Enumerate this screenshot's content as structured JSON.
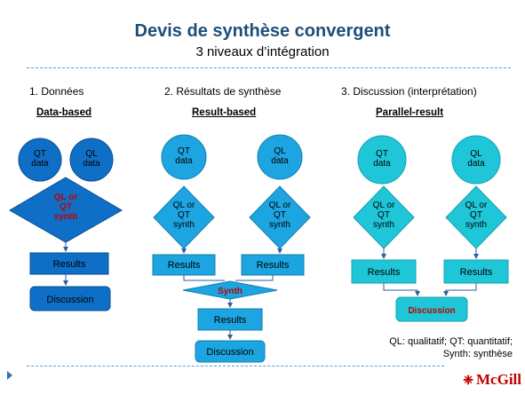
{
  "title": "Devis de synthèse convergent",
  "subtitle": "3 niveaux d’intégration",
  "columns": [
    {
      "heading": "1. Données",
      "label": "Data-based",
      "qt": "QT data",
      "ql": "QL data",
      "synth": "QL or QT synth",
      "results": "Results",
      "discussion": "Discussion"
    },
    {
      "heading": "2. Résultats de synthèse",
      "label": "Result-based",
      "qt": "QT data",
      "ql": "QL data",
      "left_synth": "QL or QT synth",
      "right_synth": "QL or QT synth",
      "left_results": "Results",
      "right_results": "Results",
      "synth": "Synth",
      "results": "Results",
      "discussion": "Discussion"
    },
    {
      "heading": "3. Discussion (interprétation)",
      "label": "Parallel-result",
      "qt": "QT data",
      "ql": "QL data",
      "left_synth": "QL or QT synth",
      "right_synth": "QL or QT synth",
      "left_results": "Results",
      "right_results": "Results",
      "discussion": "Discussion"
    }
  ],
  "legend": [
    "QL: qualitatif; QT: quantitatif;",
    "Synth: synthèse"
  ],
  "logo": "McGill",
  "colors": {
    "col1": "#0f6fc6",
    "col2": "#1ca5e0",
    "col3": "#1fc6d8",
    "title": "#1f4e79",
    "accent_red": "#c00000"
  }
}
